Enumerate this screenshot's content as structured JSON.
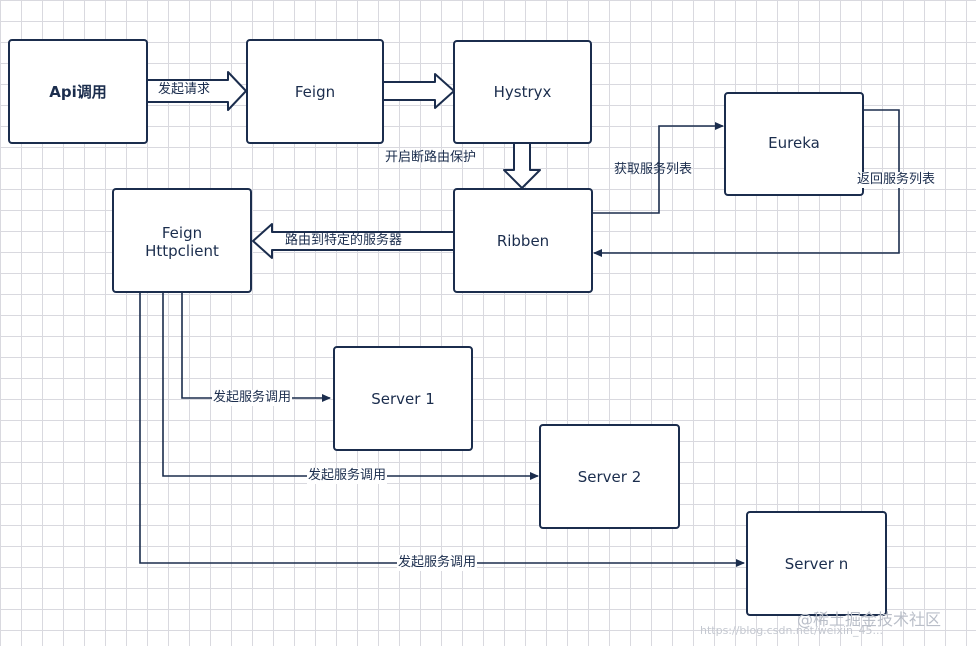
{
  "colors": {
    "stroke": "#1b2d4d",
    "grid": "#d9d9df",
    "watermark": "#b9bec8"
  },
  "nodes": {
    "api": "Api调用",
    "feign": "Feign",
    "hystryx": "Hystryx",
    "eureka": "Eureka",
    "feign_httpclient": "Feign\nHttpclient",
    "ribben": "Ribben",
    "server1": "Server 1",
    "server2": "Server 2",
    "servern": "Server n"
  },
  "edges": {
    "api_to_feign": "发起请求",
    "hystryx_to_ribben": "开启断路由保护",
    "ribben_to_eureka": "获取服务列表",
    "eureka_to_ribben": "返回服务列表",
    "ribben_to_httpclient": "路由到特定的服务器",
    "to_server1": "发起服务调用",
    "to_server2": "发起服务调用",
    "to_servern": "发起服务调用"
  },
  "watermark": {
    "brand": "@稀土掘金技术社区",
    "url": "https://blog.csdn.net/weixin_45..."
  }
}
